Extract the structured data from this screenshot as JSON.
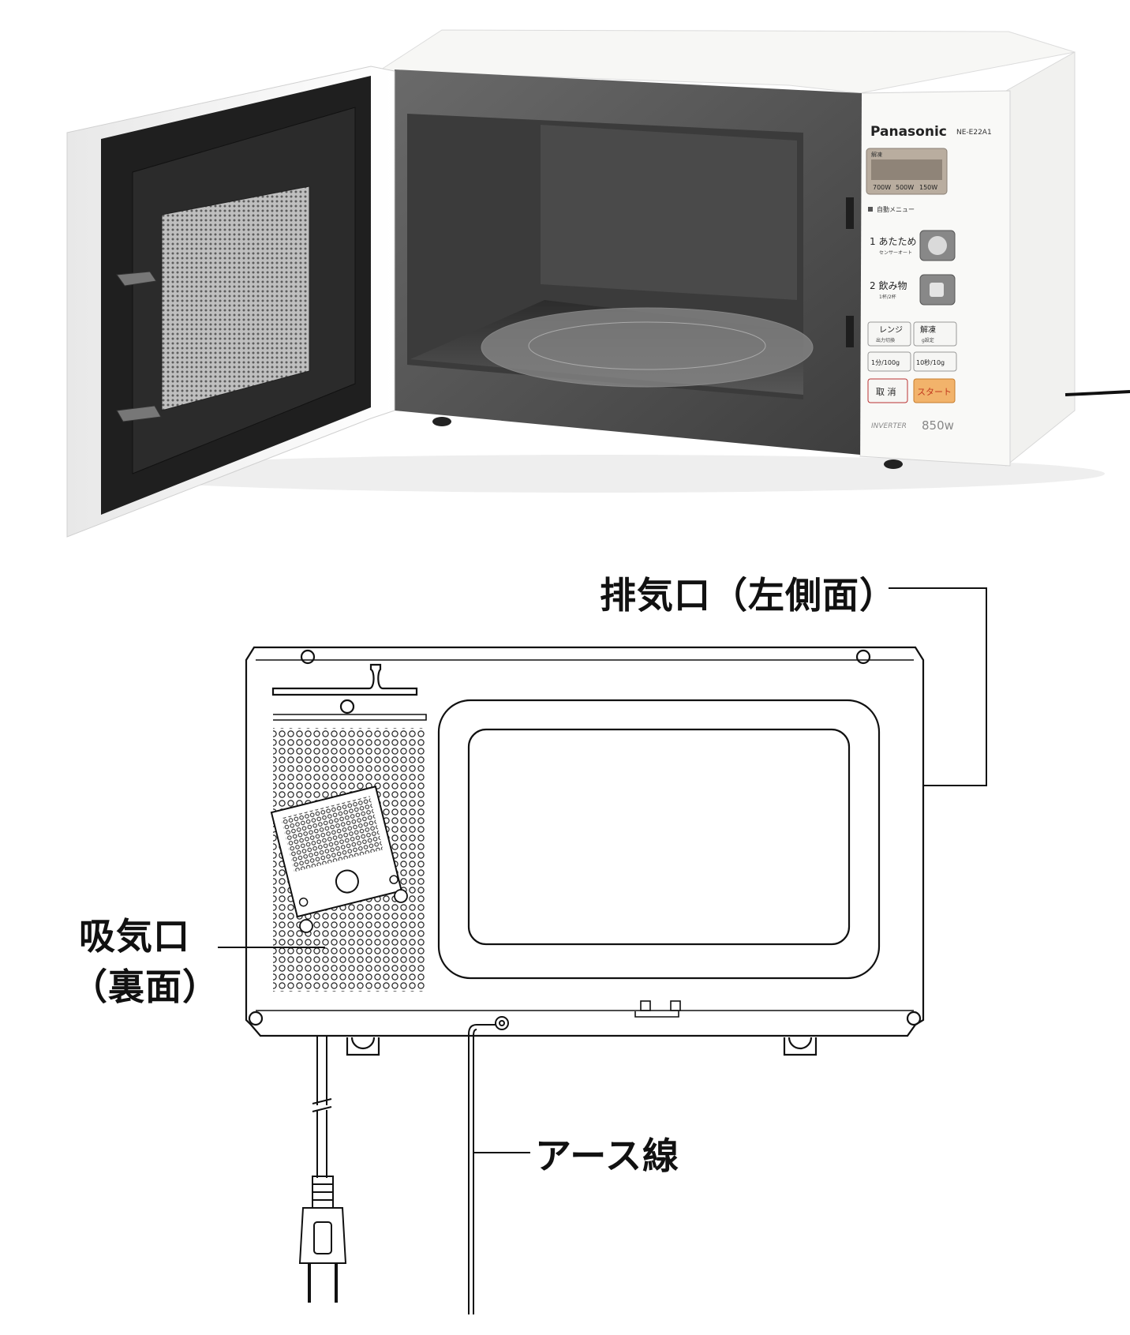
{
  "product": {
    "brand": "Panasonic",
    "model": "NE-E22A1",
    "display_top": "解凍",
    "display_power": [
      "700W",
      "500W",
      "150W"
    ],
    "menu_heading": "自動メニュー",
    "menu1_label": "1 あたため",
    "menu1_sub": "センサーオート",
    "menu2_label": "2 飲み物",
    "menu2_sub": "1杯/2杯",
    "btn_range": "レンジ",
    "btn_range_sub": "出力切換",
    "btn_thaw": "解凍",
    "btn_thaw_sub": "g設定",
    "btn_1min": "1分/100g",
    "btn_10sec": "10秒/10g",
    "btn_cancel": "取 消",
    "btn_start": "スタート",
    "inverter": "INVERTER",
    "wattage": "850w"
  },
  "callouts": {
    "exhaust": "排気口（左側面）",
    "intake_line1": "吸気口",
    "intake_line2": "（裏面）",
    "ground_wire": "アース線"
  },
  "colors": {
    "body_white": "#f4f4f2",
    "cavity_grey": "#5a5a5a",
    "start_button": "#f2b36b",
    "panel": "#ececea"
  }
}
